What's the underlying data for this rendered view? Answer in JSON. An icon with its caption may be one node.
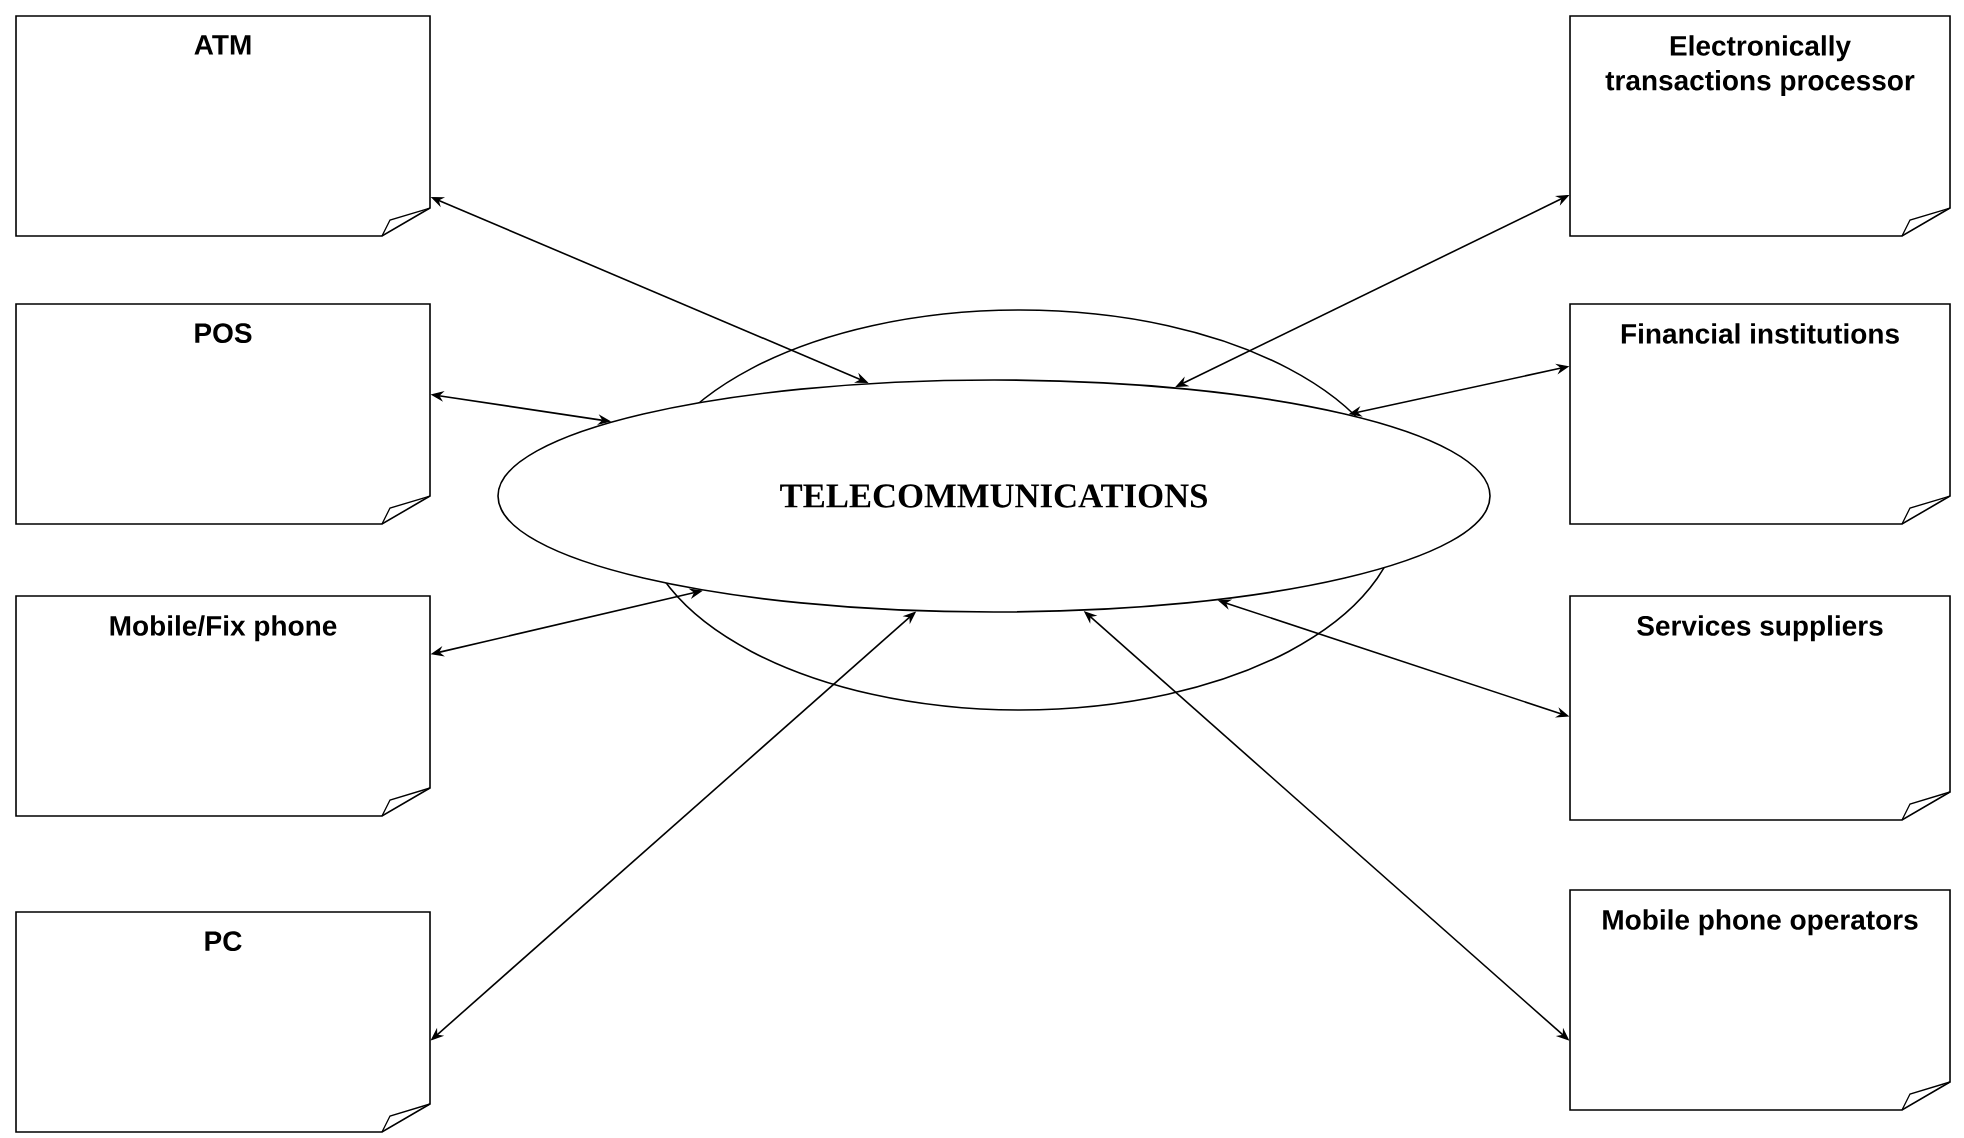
{
  "diagram": {
    "nodes": [
      {
        "text": [
          "ATM"
        ]
      },
      {
        "text": [
          "POS"
        ]
      },
      {
        "text": [
          "Mobile/Fix phone"
        ]
      },
      {
        "text": [
          "PC"
        ]
      },
      {
        "text": [
          "TELECOMMUNICATIONS"
        ]
      },
      {
        "text": [
          "Electronically transactions processor"
        ]
      },
      {
        "text": [
          "Financial institutions"
        ]
      },
      {
        "text": [
          "Services suppliers"
        ]
      },
      {
        "text": [
          "Mobile phone operators"
        ]
      }
    ],
    "edges": [
      {
        "from": 0,
        "to": 4,
        "arrow": "both"
      },
      {
        "from": 1,
        "to": 4,
        "arrow": "both"
      },
      {
        "from": 2,
        "to": 4,
        "arrow": "both"
      },
      {
        "from": 3,
        "to": 4,
        "arrow": "both"
      },
      {
        "from": 5,
        "to": 4,
        "arrow": "both"
      },
      {
        "from": 6,
        "to": 4,
        "arrow": "both"
      },
      {
        "from": 7,
        "to": 4,
        "arrow": "both"
      },
      {
        "from": 8,
        "to": 4,
        "arrow": "both"
      }
    ]
  }
}
